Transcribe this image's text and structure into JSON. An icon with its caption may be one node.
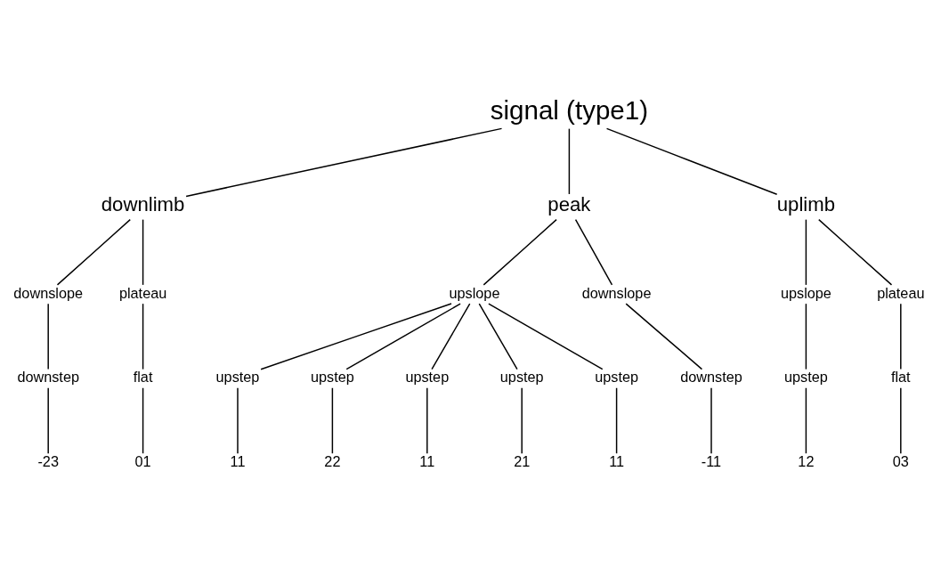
{
  "diagram": {
    "nodes": [
      {
        "text": [
          "signal (type1)"
        ]
      },
      {
        "text": [
          "downlimb"
        ]
      },
      {
        "text": [
          "peak"
        ]
      },
      {
        "text": [
          "uplimb"
        ]
      },
      {
        "text": [
          "downslope"
        ]
      },
      {
        "text": [
          "plateau"
        ]
      },
      {
        "text": [
          "upslope"
        ]
      },
      {
        "text": [
          "downslope"
        ]
      },
      {
        "text": [
          "upslope"
        ]
      },
      {
        "text": [
          "plateau"
        ]
      },
      {
        "text": [
          "downstep"
        ]
      },
      {
        "text": [
          "flat"
        ]
      },
      {
        "text": [
          "upstep"
        ]
      },
      {
        "text": [
          "upstep"
        ]
      },
      {
        "text": [
          "upstep"
        ]
      },
      {
        "text": [
          "upstep"
        ]
      },
      {
        "text": [
          "upstep"
        ]
      },
      {
        "text": [
          "downstep"
        ]
      },
      {
        "text": [
          "upstep"
        ]
      },
      {
        "text": [
          "flat"
        ]
      },
      {
        "text": [
          "-23"
        ]
      },
      {
        "text": [
          "01"
        ]
      },
      {
        "text": [
          "11"
        ]
      },
      {
        "text": [
          "22"
        ]
      },
      {
        "text": [
          "11"
        ]
      },
      {
        "text": [
          "21"
        ]
      },
      {
        "text": [
          "11"
        ]
      },
      {
        "text": [
          "-11"
        ]
      },
      {
        "text": [
          "12"
        ]
      },
      {
        "text": [
          "03"
        ]
      }
    ],
    "edges": [
      {
        "from": 0,
        "to": 1,
        "arrow": "none"
      },
      {
        "from": 0,
        "to": 2,
        "arrow": "none"
      },
      {
        "from": 0,
        "to": 3,
        "arrow": "none"
      },
      {
        "from": 1,
        "to": 4,
        "arrow": "none"
      },
      {
        "from": 1,
        "to": 5,
        "arrow": "none"
      },
      {
        "from": 2,
        "to": 6,
        "arrow": "none"
      },
      {
        "from": 2,
        "to": 7,
        "arrow": "none"
      },
      {
        "from": 3,
        "to": 8,
        "arrow": "none"
      },
      {
        "from": 3,
        "to": 9,
        "arrow": "none"
      },
      {
        "from": 4,
        "to": 10,
        "arrow": "none"
      },
      {
        "from": 5,
        "to": 11,
        "arrow": "none"
      },
      {
        "from": 6,
        "to": 12,
        "arrow": "none"
      },
      {
        "from": 6,
        "to": 13,
        "arrow": "none"
      },
      {
        "from": 6,
        "to": 14,
        "arrow": "none"
      },
      {
        "from": 6,
        "to": 15,
        "arrow": "none"
      },
      {
        "from": 6,
        "to": 16,
        "arrow": "none"
      },
      {
        "from": 7,
        "to": 17,
        "arrow": "none"
      },
      {
        "from": 8,
        "to": 18,
        "arrow": "none"
      },
      {
        "from": 9,
        "to": 19,
        "arrow": "none"
      },
      {
        "from": 10,
        "to": 20,
        "arrow": "none"
      },
      {
        "from": 11,
        "to": 21,
        "arrow": "none"
      },
      {
        "from": 12,
        "to": 22,
        "arrow": "none"
      },
      {
        "from": 13,
        "to": 23,
        "arrow": "none"
      },
      {
        "from": 14,
        "to": 24,
        "arrow": "none"
      },
      {
        "from": 15,
        "to": 25,
        "arrow": "none"
      },
      {
        "from": 16,
        "to": 26,
        "arrow": "none"
      },
      {
        "from": 17,
        "to": 27,
        "arrow": "none"
      },
      {
        "from": 18,
        "to": 28,
        "arrow": "none"
      },
      {
        "from": 19,
        "to": 29,
        "arrow": "none"
      }
    ]
  }
}
